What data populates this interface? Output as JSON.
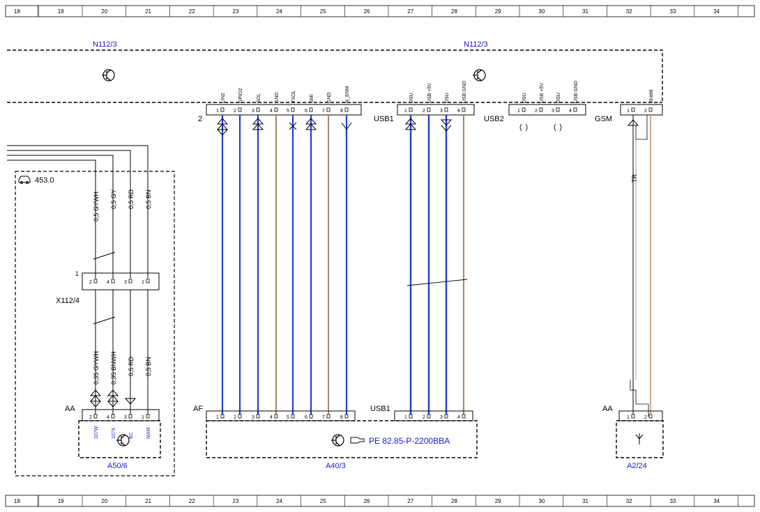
{
  "ruler": {
    "numbers": [
      "18",
      "19",
      "20",
      "21",
      "22",
      "23",
      "24",
      "25",
      "26",
      "27",
      "28",
      "29",
      "30",
      "31",
      "32",
      "33",
      "34"
    ]
  },
  "components": {
    "n112_left_label": "N112/3",
    "n112_right_label": "N112/3",
    "a50_label": "A50/6",
    "a40_label": "A40/3",
    "a2_label": "A2/24",
    "x112_label": "X112/4",
    "model_label": "453.0",
    "ref_link": "PE 82.85-P-2200BBA"
  },
  "n112_connector_2": {
    "name": "2",
    "pins": [
      "1",
      "2",
      "3",
      "4",
      "5",
      "6",
      "7",
      "8"
    ],
    "signals": [
      "LIN2",
      "GPIO2",
      "SOL",
      "GND",
      "TSOL",
      "SMI",
      "GND",
      "N_ENM"
    ]
  },
  "n112_connector_usb1": {
    "name": "USB1",
    "pins": [
      "1",
      "2",
      "3",
      "4"
    ],
    "signals": [
      "DSU",
      "USB +5V",
      "DSU",
      "USB GND"
    ]
  },
  "n112_connector_usb2": {
    "name": "USB2",
    "pins": [
      "1",
      "2",
      "3",
      "4"
    ],
    "signals": [
      "DSU",
      "USB +5V",
      "DSU",
      "USB GND"
    ]
  },
  "n112_connector_gsm": {
    "name": "GSM",
    "pins": [
      "1",
      "2"
    ],
    "signals": [
      "",
      "Shield"
    ]
  },
  "wires": {
    "gy_wh_top": "0,5 GYWH",
    "gy_top": "0,5 GY",
    "rd_top": "0,5 RD",
    "bn_top": "0,5 BN",
    "gy_wh_bottom": "0,35 GYWH",
    "bn_wh_bottom": "0,35 BNWH",
    "rd_bottom": "0,5 RD",
    "bn_bottom": "0,5 BN",
    "tr": "TR"
  },
  "x112_connector": {
    "connector_number": "1",
    "pins": [
      "2",
      "4",
      "3",
      "1"
    ]
  },
  "a50_connector": {
    "name": "AA",
    "pins": [
      "2",
      "4",
      "3",
      "1"
    ],
    "signals": [
      "107W",
      "107X",
      "BC",
      "MAM"
    ]
  },
  "a40_connector_af": {
    "name": "AF",
    "pins": [
      "1",
      "2",
      "3",
      "4",
      "5",
      "6",
      "7",
      "8"
    ]
  },
  "a40_connector_usb1": {
    "name": "USB1",
    "pins": [
      "1",
      "2",
      "3",
      "4"
    ]
  },
  "a2_connector": {
    "name": "AA",
    "pins": [
      "1",
      "2"
    ]
  },
  "colors": {
    "blue_wire": "#1f3fd4",
    "brown_wire": "#a07850",
    "tan_wire": "#c8a682",
    "label_blue": "#1a1ad0",
    "black": "#000000"
  }
}
